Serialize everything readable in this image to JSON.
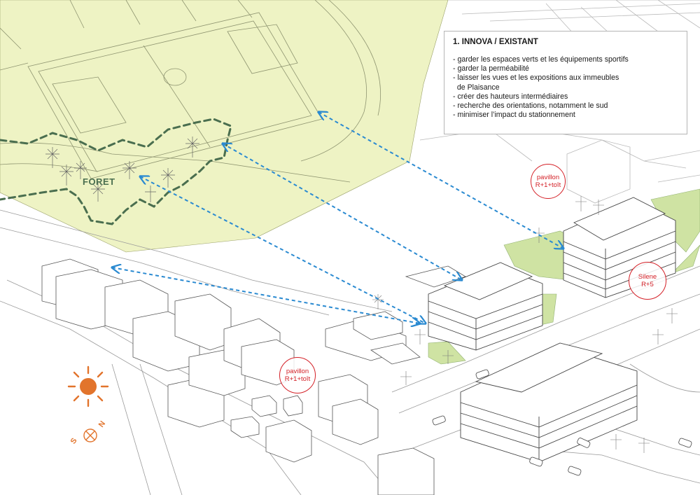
{
  "legend": {
    "title": "1. INNOVA / EXISTANT",
    "items": [
      "- garder les espaces verts et les équipements sportifs",
      "- garder la perméabilité",
      "- laisser les vues et les expositions aux immeubles",
      "  de Plaisance",
      "- créer des hauteurs intermédiaires",
      "- recherche des orientations, notamment le sud",
      "- minimiser l’impact du stationnement"
    ]
  },
  "labels": {
    "forest": "FORET",
    "tag_pavillon_right": [
      "pavillon",
      "R+1+toît"
    ],
    "tag_pavillon_left": [
      "pavillon",
      "R+1+toît"
    ],
    "tag_silene": [
      "Silene",
      "R+5"
    ],
    "compass_n": "N",
    "compass_s": "S"
  },
  "colors": {
    "forest_fill": "#eef3c4",
    "green_space": "#cfe3a3",
    "forest_outline": "#4a6e4f",
    "view_arrows": "#2a8ad1",
    "tags": "#d42027",
    "sun": "#e2742c",
    "building_lines": "#555555"
  }
}
